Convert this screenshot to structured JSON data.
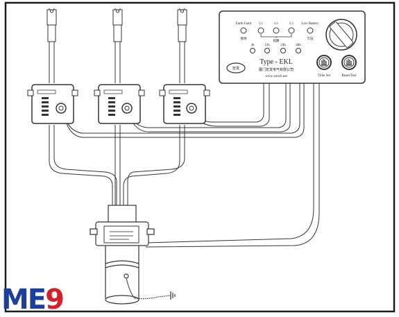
{
  "panel": {
    "indicators": [
      {
        "label": "Earth Fault",
        "sub": "接地"
      },
      {
        "label": "L1",
        "sub": ""
      },
      {
        "label": "L2",
        "sub": "短路"
      },
      {
        "label": "L3",
        "sub": ""
      },
      {
        "label": "Low Battery",
        "sub": "欠压"
      }
    ],
    "time_options": [
      "4h",
      "12h",
      "24h",
      "48h"
    ],
    "type_label": "Type - EKL",
    "company": "厦门宏发电气有限公司",
    "website": "www.xmwh.net",
    "logo_text": "宏发",
    "buttons": [
      {
        "label": "Time Set",
        "icon": "hand-press-icon"
      },
      {
        "label": "Reset/Test",
        "icon": "hand-press-icon"
      }
    ]
  },
  "watermark_logo": {
    "part1": "ME",
    "part2": "9",
    "color1": "#1c3f9a",
    "color2": "#d4202a"
  },
  "colors": {
    "line": "#333333",
    "frame": "#1a1a1a"
  }
}
